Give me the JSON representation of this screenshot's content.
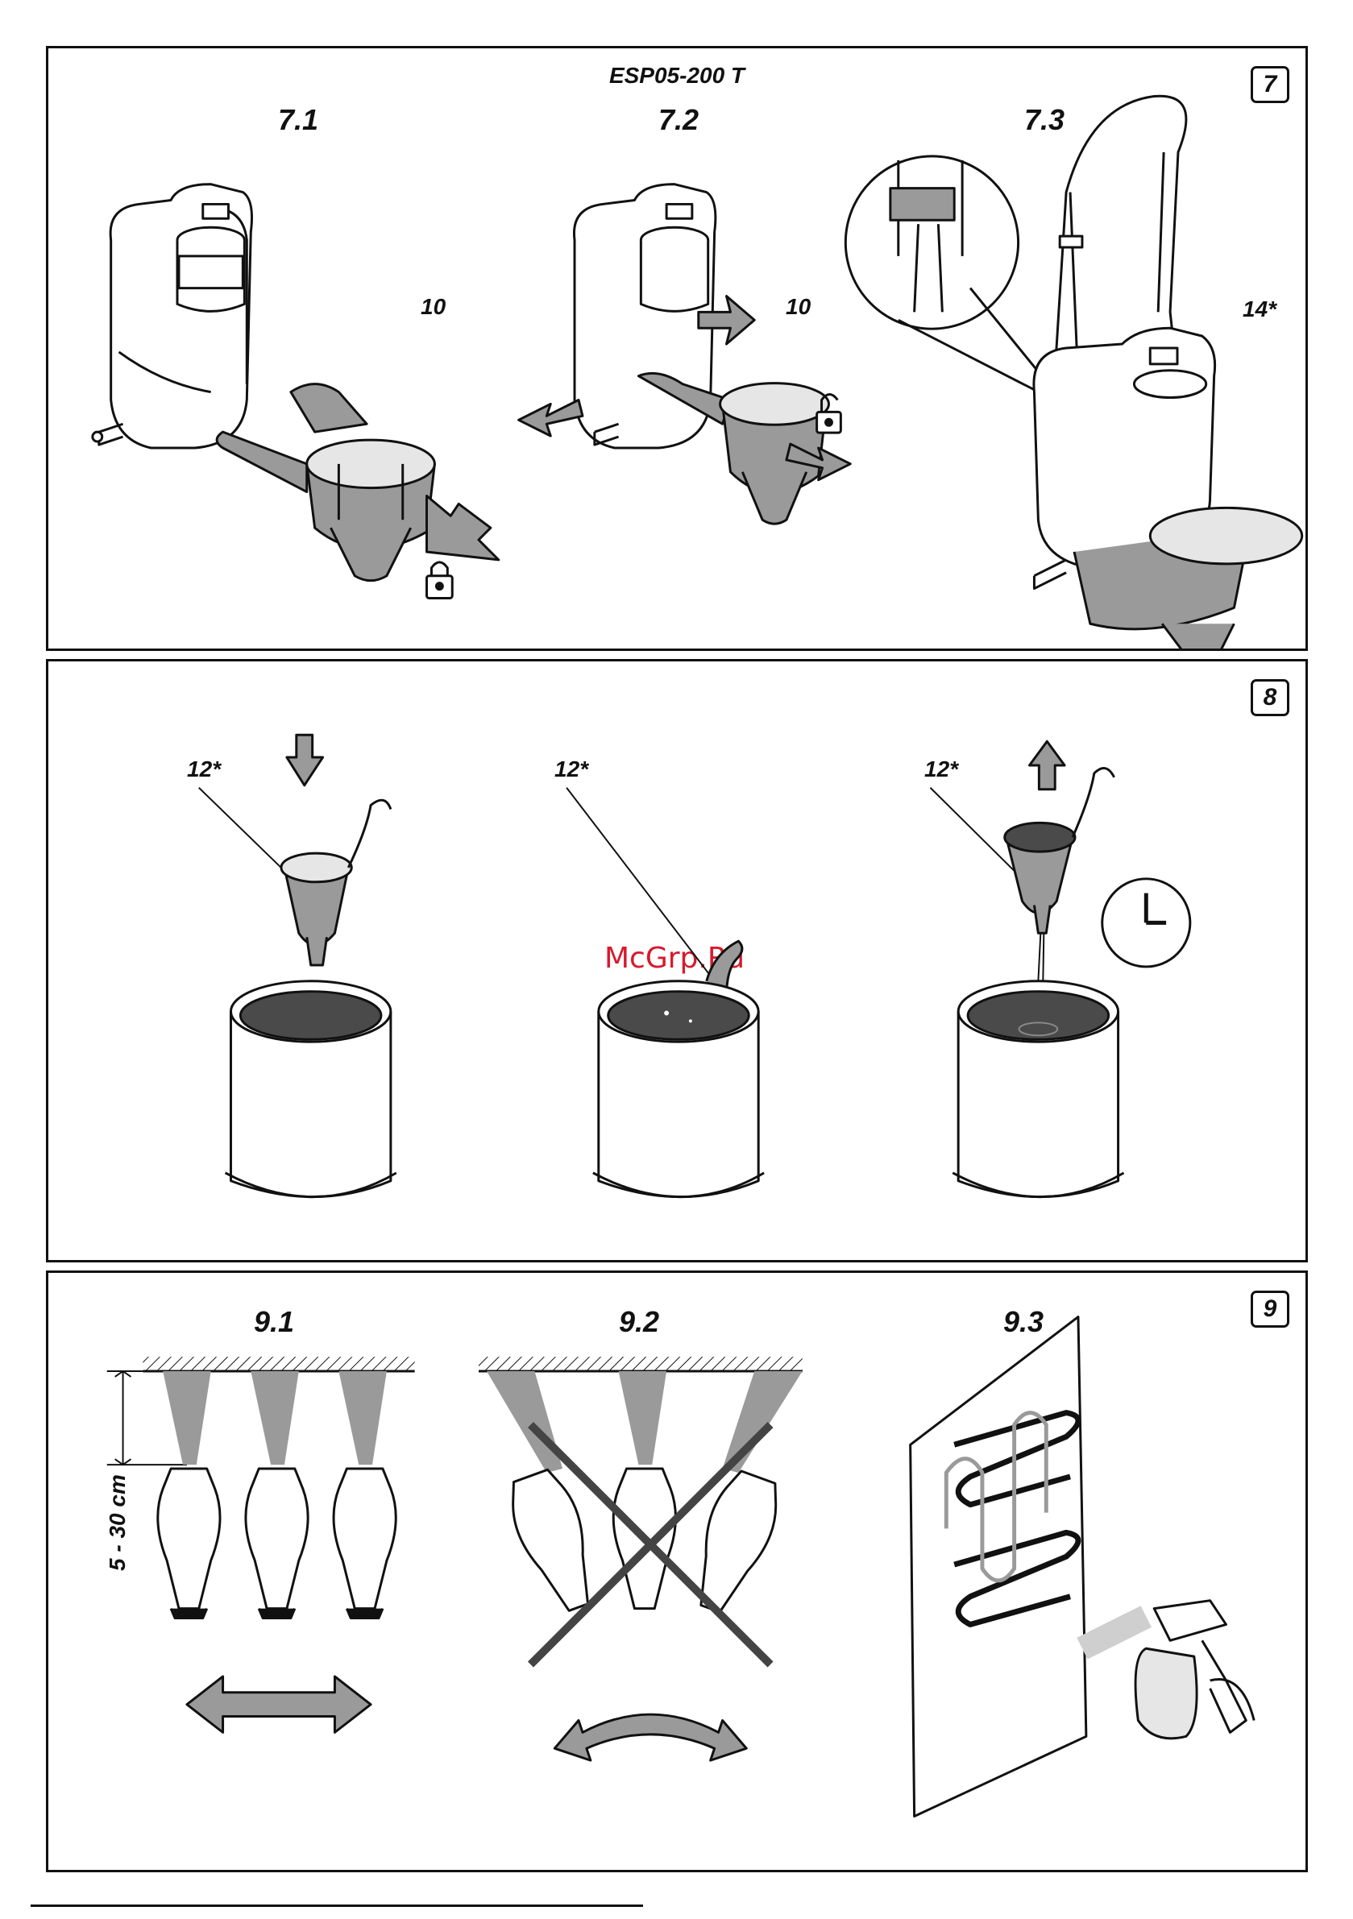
{
  "panel7": {
    "badge": "7",
    "model": "ESP05-200 T",
    "steps": [
      "7.1",
      "7.2",
      "7.3"
    ],
    "callouts": [
      "10",
      "10",
      "14*"
    ]
  },
  "panel8": {
    "badge": "8",
    "callouts": [
      "12*",
      "12*",
      "12*"
    ],
    "watermark": "McGrp.Ru"
  },
  "panel9": {
    "badge": "9",
    "steps": [
      "9.1",
      "9.2",
      "9.3"
    ],
    "distance": "5 - 30 cm"
  },
  "colors": {
    "stroke": "#111111",
    "fill_gray": "#9a9a9a",
    "fill_light": "#e6e6e6",
    "paint_dark": "#4a4a4a",
    "watermark": "#d8192c"
  },
  "icons": [
    "lock-icon",
    "unlock-icon",
    "clock-icon",
    "arrow-icon",
    "cross-icon"
  ]
}
